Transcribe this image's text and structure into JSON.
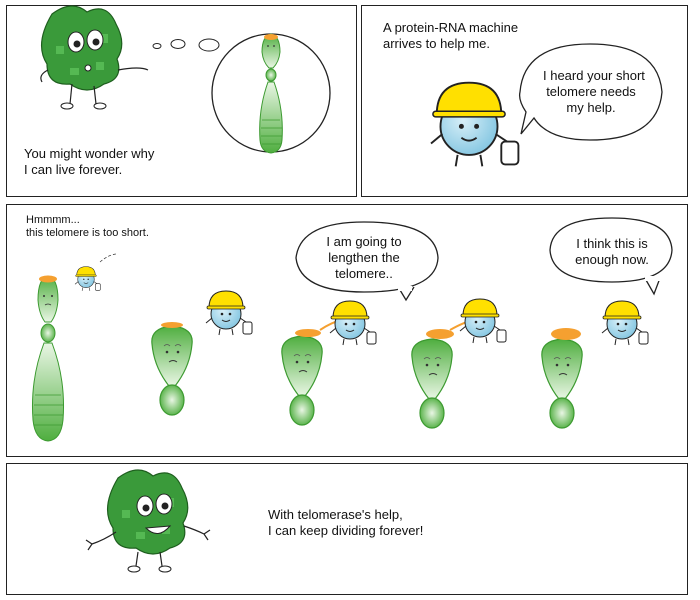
{
  "panel1": {
    "caption": [
      "You might wonder why",
      " I can live forever."
    ]
  },
  "panel2": {
    "narration": [
      "A protein-RNA machine",
      "arrives to help me."
    ],
    "speech": [
      "I heard your short",
      "telomere needs",
      "my help."
    ]
  },
  "panel3": {
    "thought": [
      "Hmmmm...",
      "this telomere is too short."
    ],
    "speech_a": [
      "I am going to",
      "lengthen the",
      "telomere.."
    ],
    "speech_b": [
      "I think this is",
      "enough now."
    ]
  },
  "panel4": {
    "caption": [
      "With telomerase's help,",
      "I can keep dividing forever!"
    ]
  },
  "colors": {
    "cell": "#3a9a3a",
    "chromosome": "#57b84a",
    "helmet": "#ffe000",
    "enzyme": "#a9d9ee",
    "telomere_cap": "#f5a030"
  }
}
